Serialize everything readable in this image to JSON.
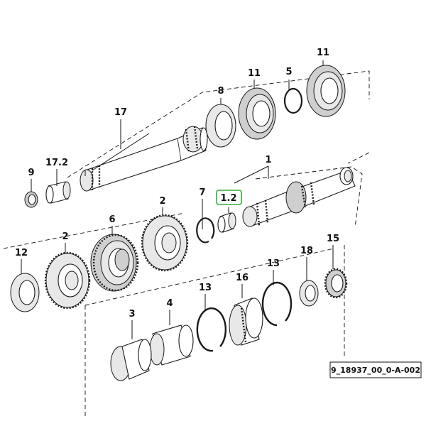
{
  "callouts": {
    "c17": "17",
    "c17_2": "17.2",
    "c9": "9",
    "c8": "8",
    "c11a": "11",
    "c5": "5",
    "c11b": "11",
    "c1": "1",
    "c7": "7",
    "c1_2": "1.2",
    "c6": "6",
    "c2a": "2",
    "c2b": "2",
    "c12": "12",
    "c18": "18",
    "c15": "15",
    "c16": "16",
    "c13a": "13",
    "c13b": "13",
    "c3": "3",
    "c4": "4"
  },
  "highlight_color": "#2fae3a",
  "document_id": "9_18937_00_0-A-002"
}
